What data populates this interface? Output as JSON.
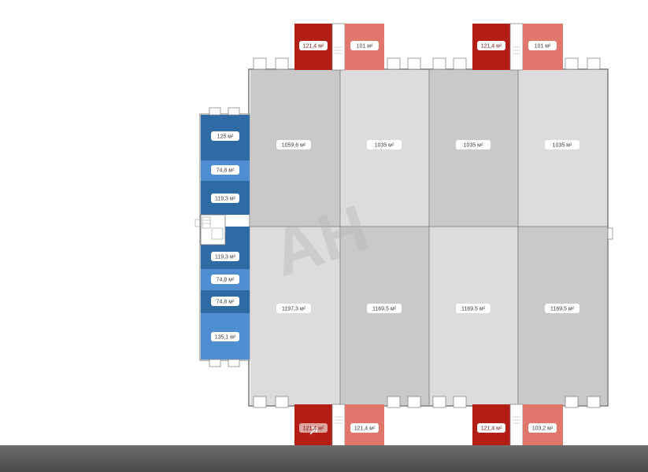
{
  "units": [
    {
      "id": "wh-top-1",
      "label": "1059,6 м²",
      "type": "warehouse"
    },
    {
      "id": "wh-top-2",
      "label": "1035 м²",
      "type": "warehouse"
    },
    {
      "id": "wh-top-3",
      "label": "1035 м²",
      "type": "warehouse"
    },
    {
      "id": "wh-top-4",
      "label": "1035 м²",
      "type": "warehouse"
    },
    {
      "id": "wh-bot-1",
      "label": "1197,3 м²",
      "type": "warehouse"
    },
    {
      "id": "wh-bot-2",
      "label": "1169,5 м²",
      "type": "warehouse"
    },
    {
      "id": "wh-bot-3",
      "label": "1169,5 м²",
      "type": "warehouse"
    },
    {
      "id": "wh-bot-4",
      "label": "1169,5 м²",
      "type": "warehouse"
    },
    {
      "id": "office-1",
      "label": "125 м²",
      "type": "office"
    },
    {
      "id": "office-2",
      "label": "74,8 м²",
      "type": "office"
    },
    {
      "id": "office-3",
      "label": "119,3 м²",
      "type": "office"
    },
    {
      "id": "office-4",
      "label": "119,3 м²",
      "type": "office"
    },
    {
      "id": "office-5",
      "label": "74,8 м²",
      "type": "office"
    },
    {
      "id": "office-6",
      "label": "74,8 м²",
      "type": "office"
    },
    {
      "id": "office-7",
      "label": "135,1 м²",
      "type": "office"
    },
    {
      "id": "annex-top-1a",
      "label": "121,4 м²",
      "type": "annex-dark"
    },
    {
      "id": "annex-top-1b",
      "label": "101 м²",
      "type": "annex-light"
    },
    {
      "id": "annex-top-2a",
      "label": "121,4 м²",
      "type": "annex-dark"
    },
    {
      "id": "annex-top-2b",
      "label": "101 м²",
      "type": "annex-light"
    },
    {
      "id": "annex-bot-1a",
      "label": "121,4 м²",
      "type": "annex-dark"
    },
    {
      "id": "annex-bot-1b",
      "label": "121,4 м²",
      "type": "annex-light"
    },
    {
      "id": "annex-bot-2a",
      "label": "121,4 м²",
      "type": "annex-dark"
    },
    {
      "id": "annex-bot-2b",
      "label": "103,2 м²",
      "type": "annex-light"
    }
  ],
  "watermark": "AH",
  "colors": {
    "warehouse_dark": "#c9c9c9",
    "warehouse_light": "#dcdcdc",
    "office_dark": "#2e6aa3",
    "office_light": "#4f8fd1",
    "annex_dark": "#b31e16",
    "annex_light": "#e0766c",
    "background": "#ffffff"
  },
  "icons": [
    "loading-dock-icon",
    "staircase-icon",
    "expand-icon"
  ]
}
